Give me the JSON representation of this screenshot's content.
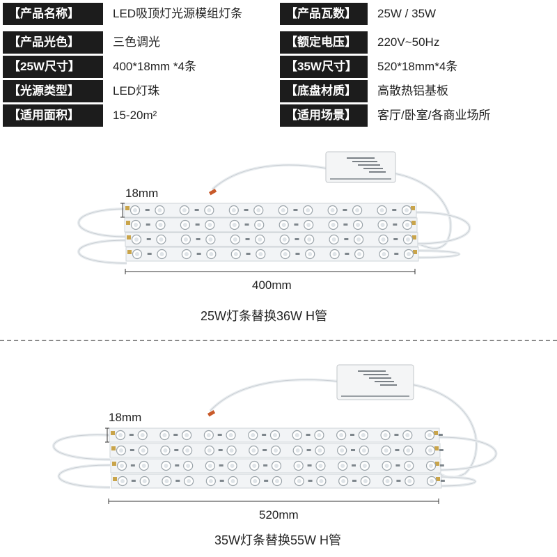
{
  "specs": [
    {
      "label_l": "【产品名称】",
      "value_l": "LED吸顶灯光源模组灯条",
      "label_r": "【产品瓦数】",
      "value_r": "25W / 35W"
    },
    {
      "label_l": "【产品光色】",
      "value_l": "三色调光",
      "label_r": "【额定电压】",
      "value_r": "220V~50Hz"
    },
    {
      "label_l": "【25W尺寸】",
      "value_l": "400*18mm *4条",
      "label_r": "【35W尺寸】",
      "value_r": "520*18mm*4条"
    },
    {
      "label_l": "【光源类型】",
      "value_l": "LED灯珠",
      "label_r": "【底盘材质】",
      "value_r": "高散热铝基板"
    },
    {
      "label_l": "【适用面积】",
      "value_l": "15-20m²",
      "label_r": "【适用场景】",
      "value_r": "客厅/卧室/各商业场所"
    }
  ],
  "product_25w": {
    "width_label": "18mm",
    "length_label": "400mm",
    "caption": "25W灯条替换36W H管",
    "strips": 4,
    "leds_per_strip": 12
  },
  "product_35w": {
    "width_label": "18mm",
    "length_label": "520mm",
    "caption": "35W灯条替换55W H管",
    "strips": 4,
    "leds_per_strip": 15
  },
  "colors": {
    "label_bg": "#1c1c1c",
    "strip": "#f2f4f6",
    "wire": "#e8ecef"
  }
}
